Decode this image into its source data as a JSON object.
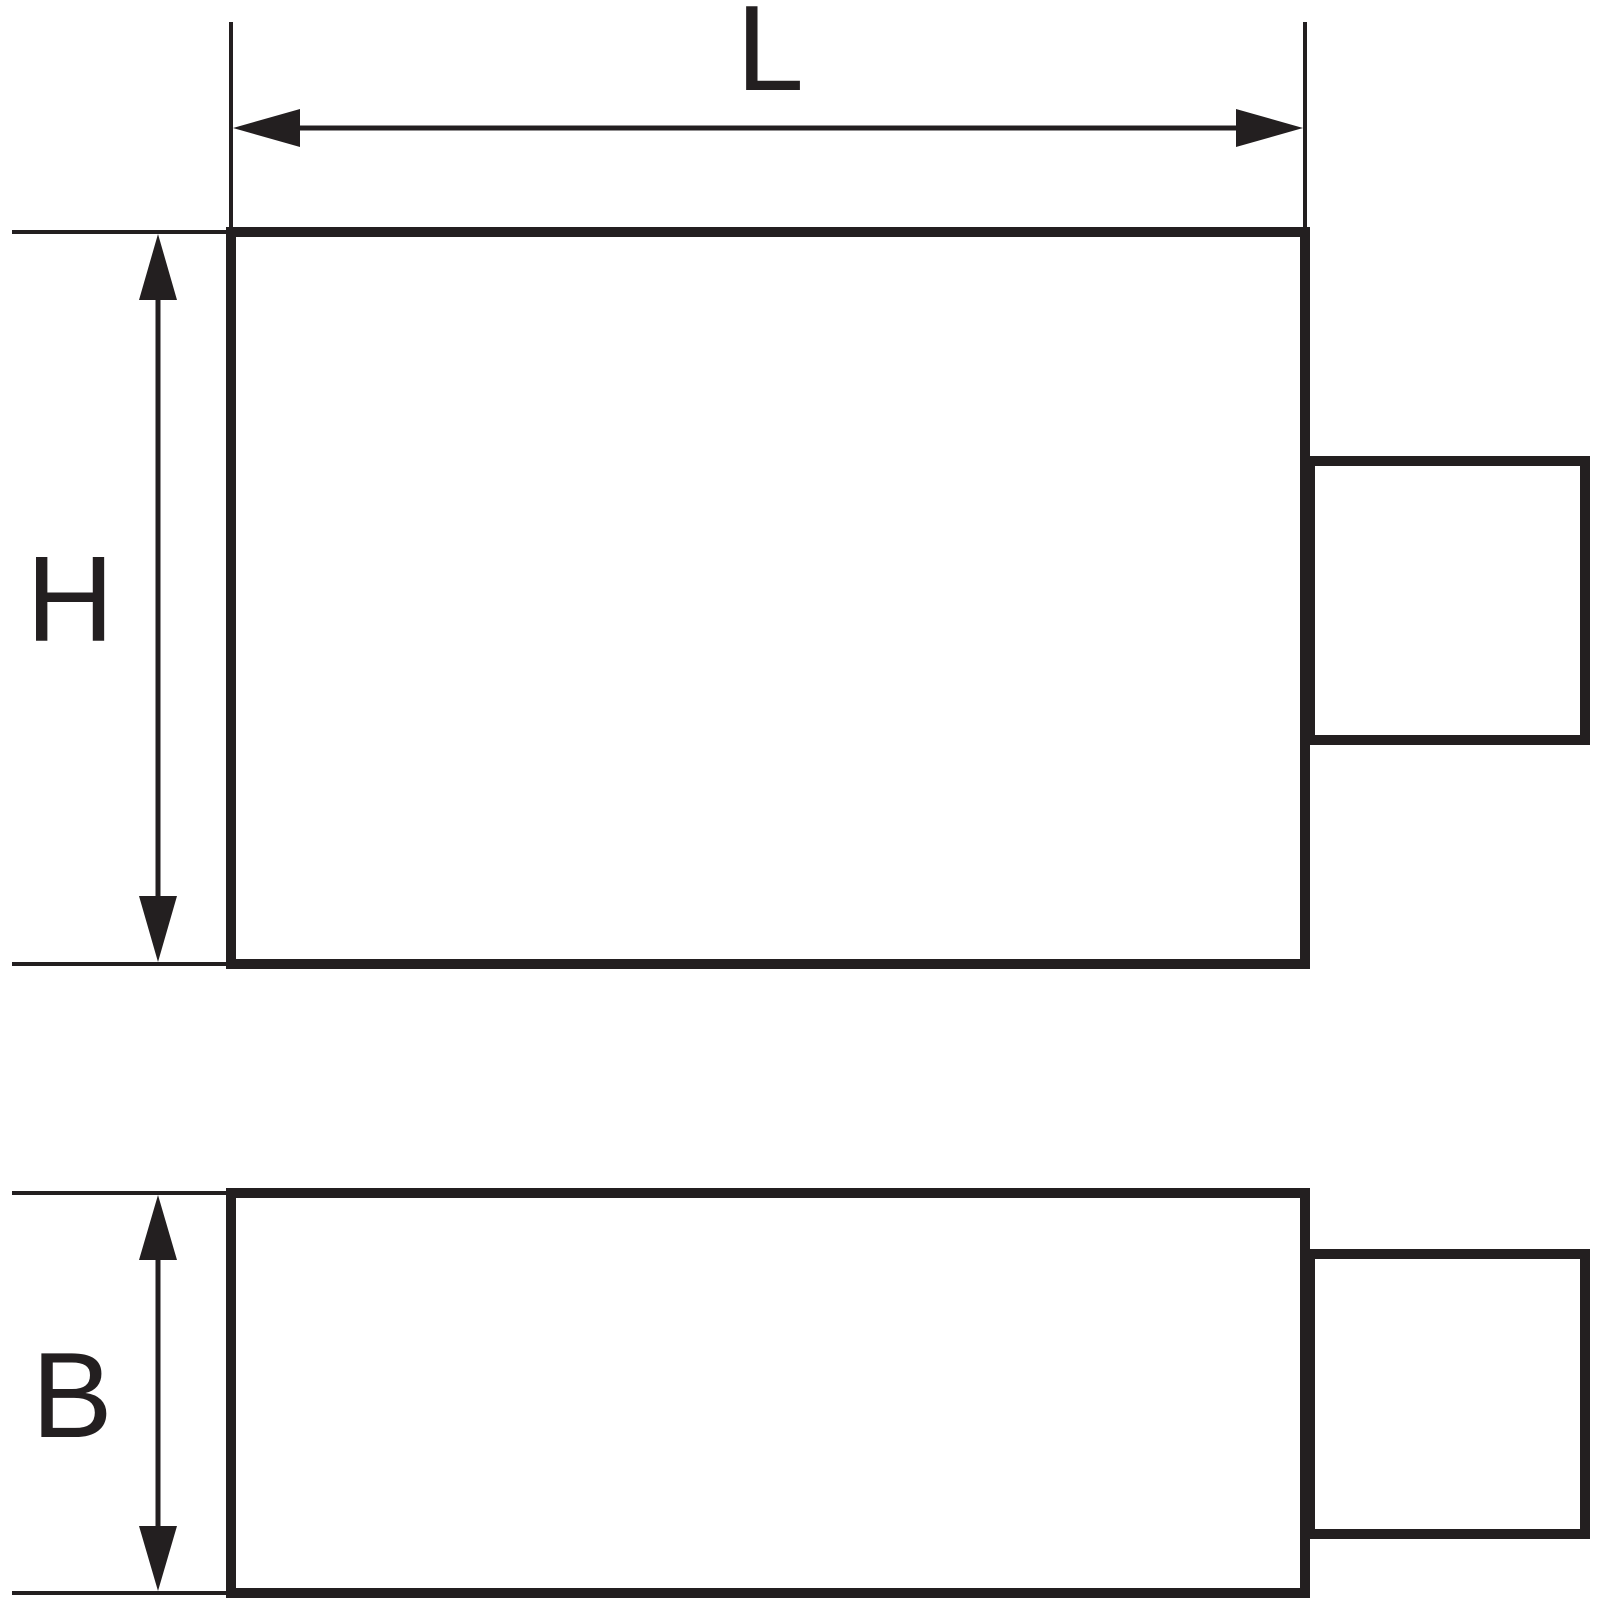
{
  "colors": {
    "line": "#231f20",
    "background": "#ffffff"
  },
  "dimensions": {
    "length_label": "L",
    "height_label": "H",
    "width_label": "B"
  },
  "views": [
    "front-view",
    "top-view"
  ]
}
